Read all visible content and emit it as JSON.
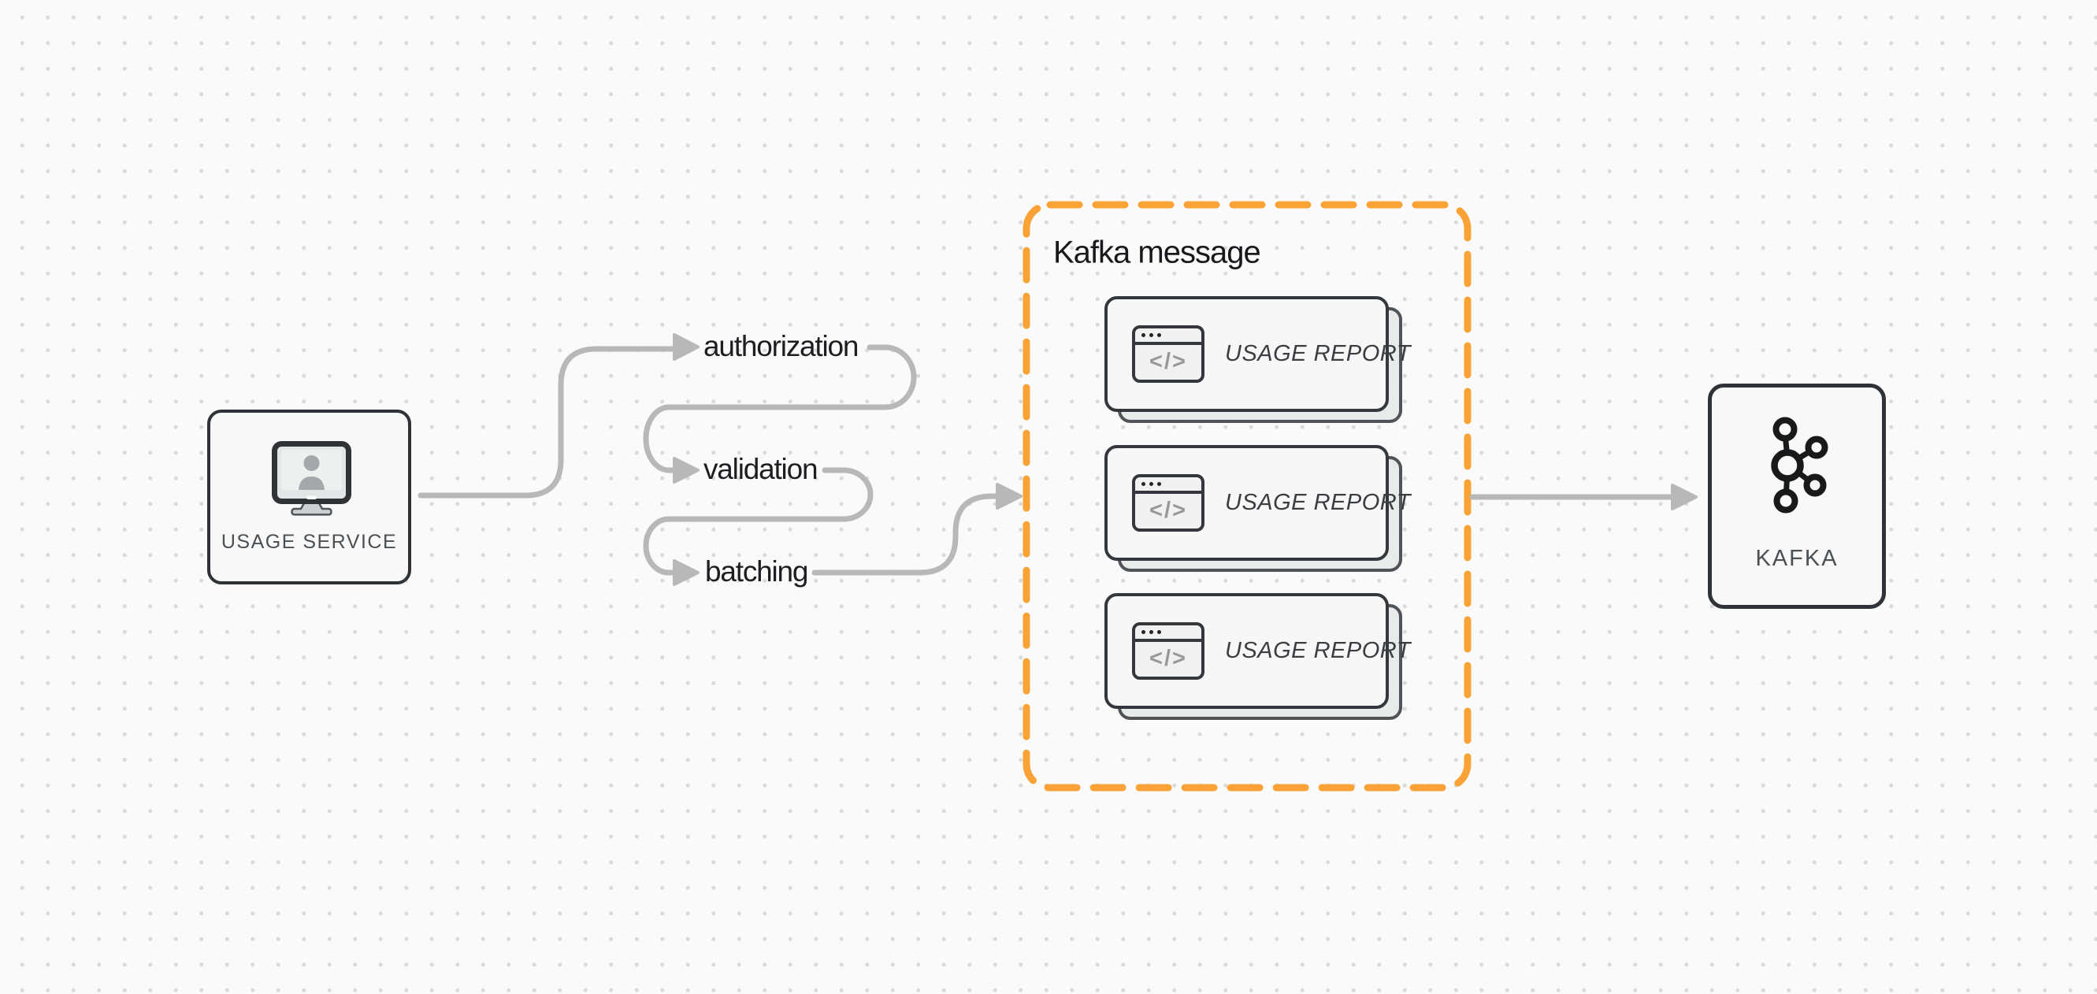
{
  "diagram": {
    "background_color": "#FAFAFA",
    "dot_color": "#DADADA",
    "arrow_color": "#B8B8B8",
    "accent_orange": "#F9A235",
    "node_border_color": "#2F3337"
  },
  "usage_service": {
    "label": "USAGE SERVICE"
  },
  "flow_steps": [
    {
      "label": "authorization"
    },
    {
      "label": "validation"
    },
    {
      "label": "batching"
    }
  ],
  "kafka_message": {
    "title": "Kafka message",
    "code_glyph": "</>",
    "cards": [
      {
        "label": "USAGE REPORT"
      },
      {
        "label": "USAGE REPORT"
      },
      {
        "label": "USAGE REPORT"
      }
    ]
  },
  "kafka": {
    "label": "KAFKA"
  }
}
